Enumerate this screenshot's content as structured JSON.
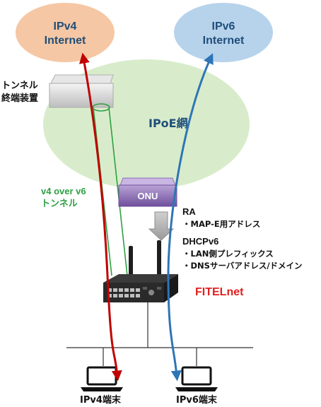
{
  "clouds": {
    "ipv4": {
      "line1": "IPv4",
      "line2": "Internet",
      "color": "#f6c7a4",
      "text_color": "#1f4e79"
    },
    "ipv6": {
      "line1": "IPv6",
      "line2": "Internet",
      "color": "#b7d3ec",
      "text_color": "#1f4e79"
    },
    "ipoe": {
      "label": "IPoE網",
      "color": "#d8eccb",
      "text_color": "#1f4e79"
    }
  },
  "tunnel_device": {
    "line1": "トンネル",
    "line2": "終端装置"
  },
  "tunnel": {
    "line1": "v4 over v6",
    "line2": "トンネル",
    "color": "#2ea043"
  },
  "onu": {
    "label": "ONU",
    "color": "#8e6fb8"
  },
  "router": {
    "label": "FITELnet",
    "label_color": "#e02020"
  },
  "info": {
    "ra_title": "RA",
    "ra_items": [
      "・MAP-E用アドレス"
    ],
    "dhcp_title": "DHCPv6",
    "dhcp_items": [
      "・LAN側プレフィックス",
      "・DNSサーバアドレス/ドメイン"
    ]
  },
  "terminals": {
    "ipv4": "IPv4端末",
    "ipv6": "IPv6端末"
  },
  "colors": {
    "ipv4_path": "#c00000",
    "ipv6_path": "#2e75b6",
    "wire": "#333333"
  }
}
